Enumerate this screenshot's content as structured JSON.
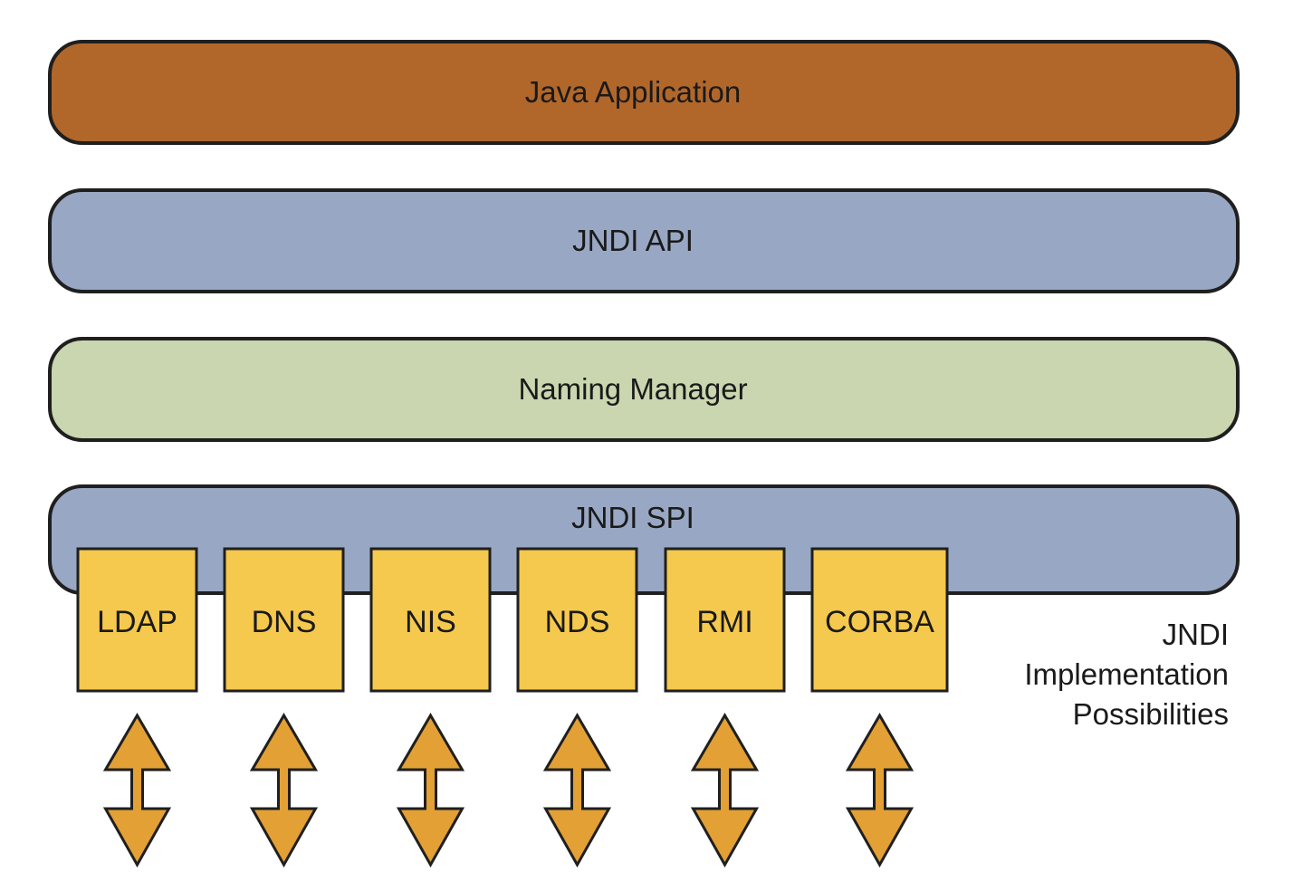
{
  "colors": {
    "java_application": "#b2672a",
    "jndi_api": "#98a7c3",
    "naming_manager": "#c9d6af",
    "jndi_spi": "#98a7c3",
    "implementation": "#f5c84e",
    "arrow": "#e3a035",
    "outline": "#1f1f1f"
  },
  "layers": {
    "java_application": "Java Application",
    "jndi_api": "JNDI API",
    "naming_manager": "Naming Manager",
    "jndi_spi": "JNDI SPI"
  },
  "implementations": [
    "LDAP",
    "DNS",
    "NIS",
    "NDS",
    "RMI",
    "CORBA"
  ],
  "side_label": [
    "JNDI",
    "Implementation",
    "Possibilities"
  ],
  "arrow_icon": "double-headed-vertical-arrow"
}
